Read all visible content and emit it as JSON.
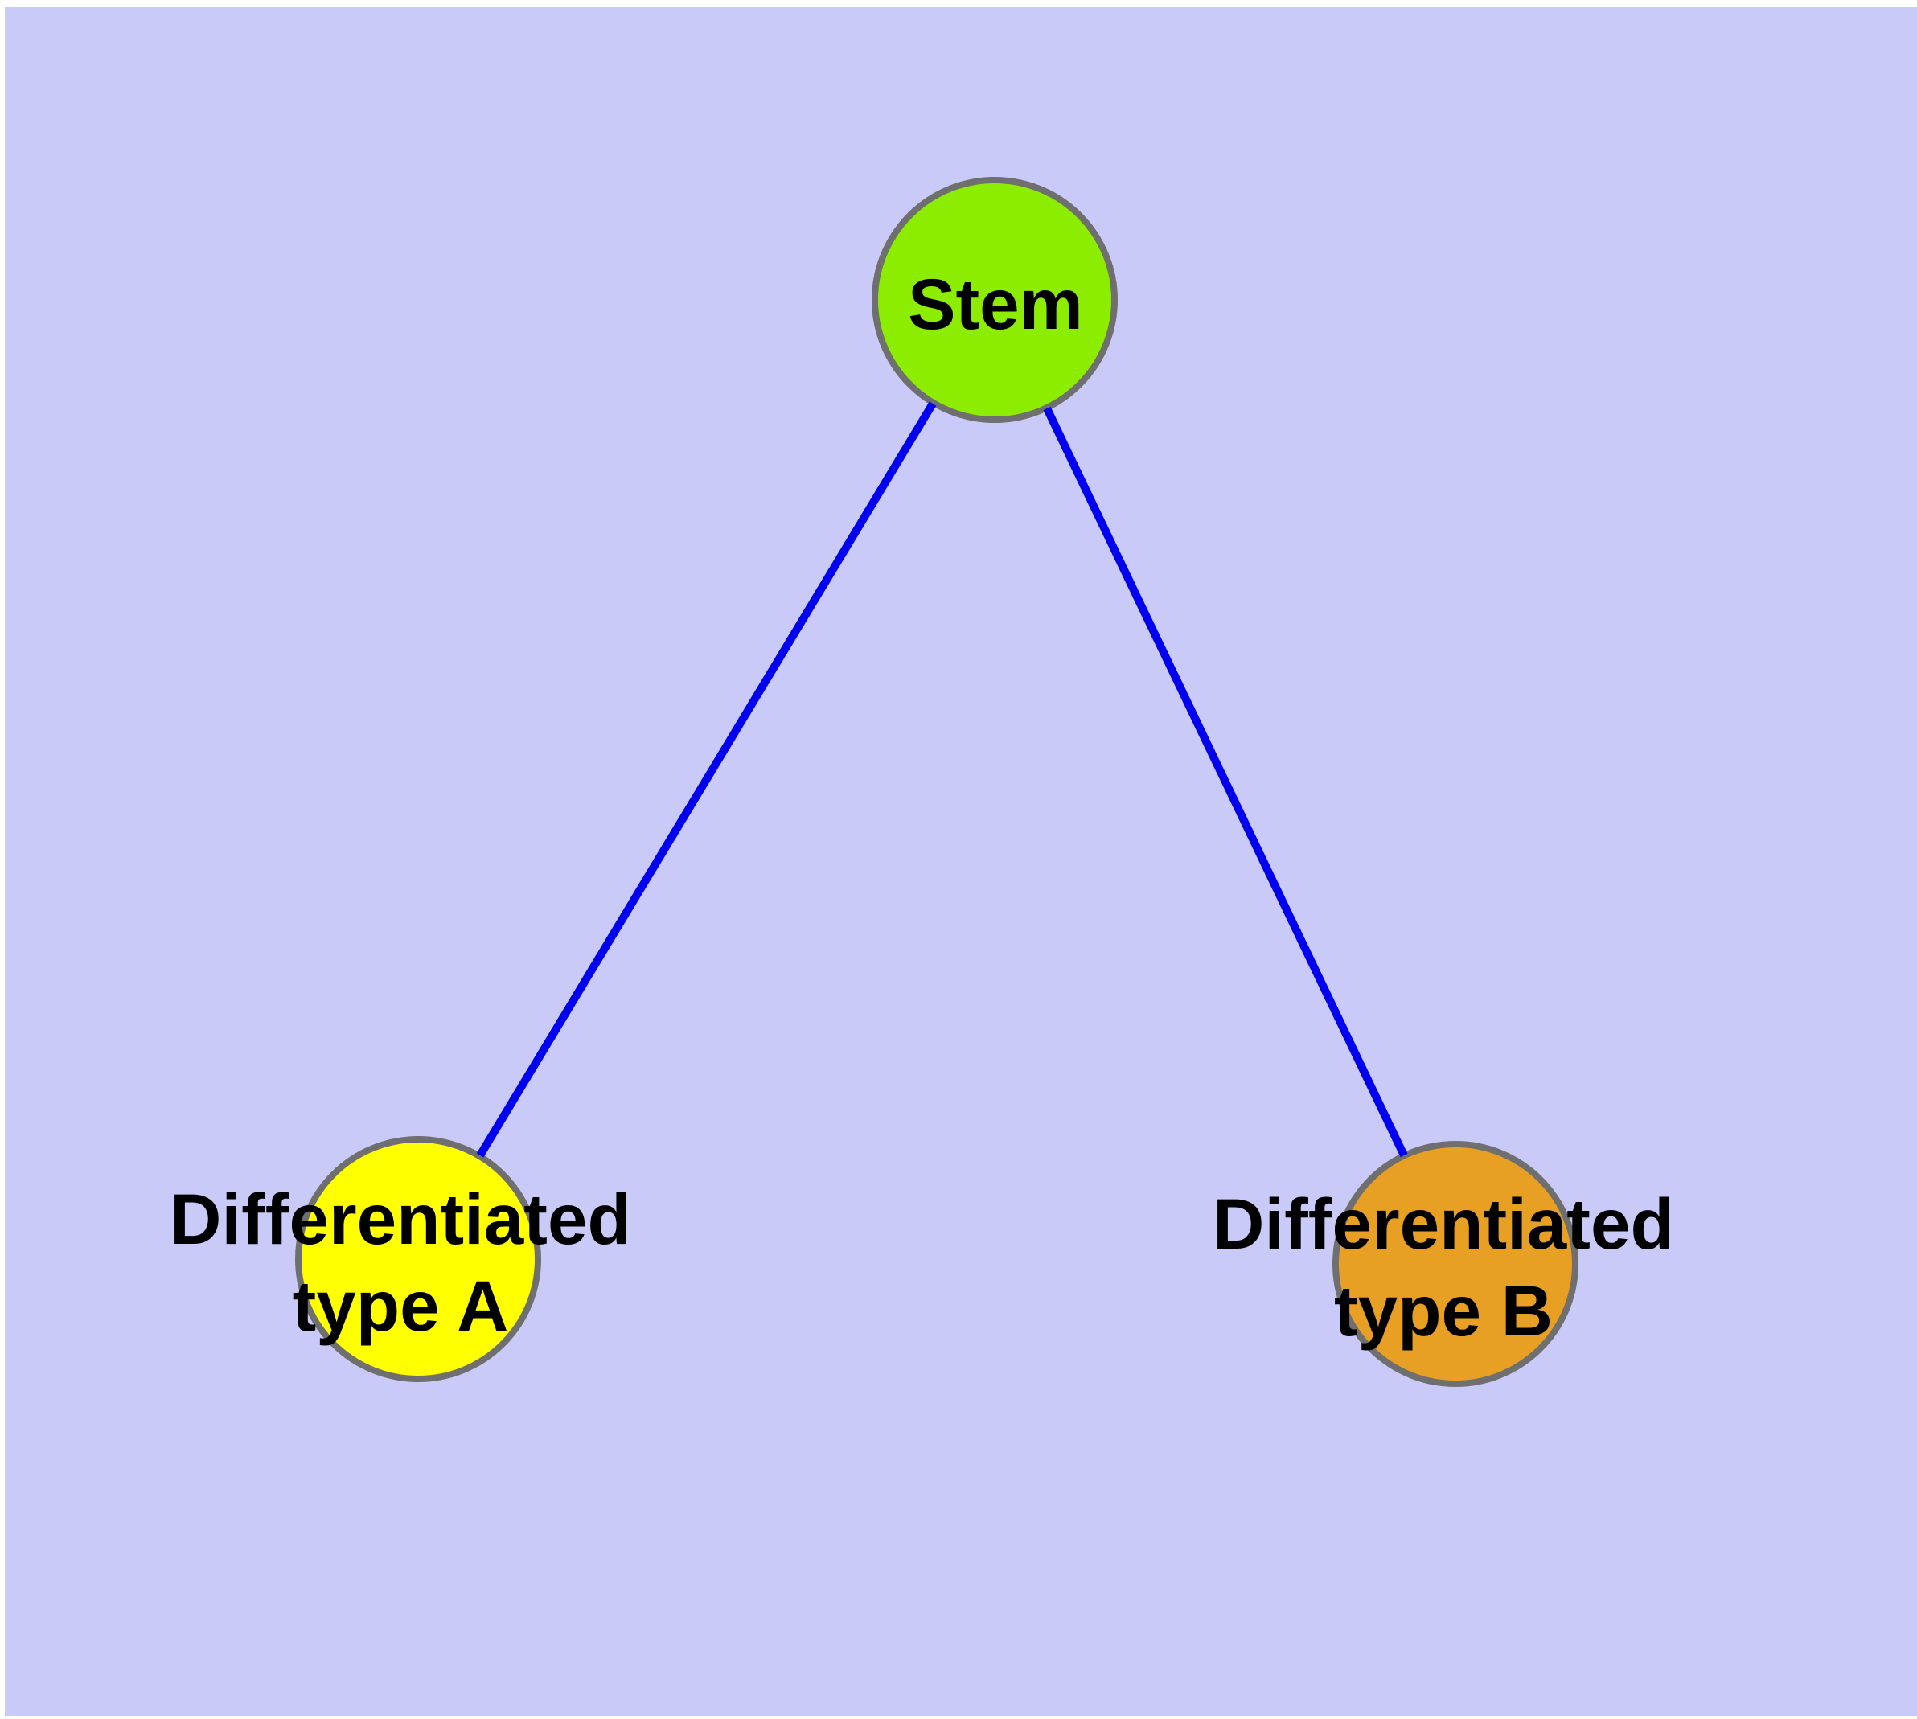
{
  "diagram": {
    "background_color": "#c9caf8",
    "edge_color": "#0000ee",
    "node_border_color": "#6f6f6f",
    "text_color": "#000000",
    "nodes": {
      "stem": {
        "label": "Stem",
        "fill_color": "#8ded00"
      },
      "differentiated_type_a": {
        "label_line1": "Differentiated",
        "label_line2": "type A",
        "fill_color": "#ffff00"
      },
      "differentiated_type_b": {
        "label_line1": "Differentiated",
        "label_line2": "type B",
        "fill_color": "#e8a024"
      }
    },
    "edges": [
      {
        "from": "Stem",
        "to": "Differentiated type A"
      },
      {
        "from": "Stem",
        "to": "Differentiated type B"
      }
    ]
  }
}
